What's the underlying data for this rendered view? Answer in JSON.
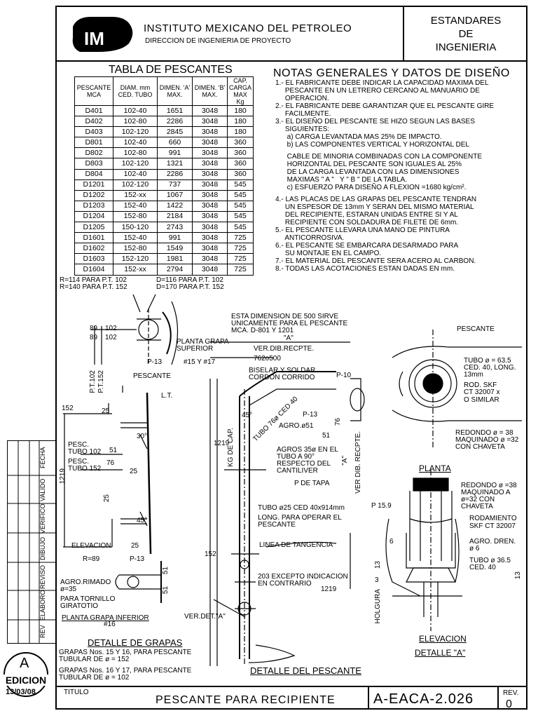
{
  "header": {
    "logo_text": "IM",
    "institute": "INSTITUTO MEXICANO DEL PETROLEO",
    "direction": "DIRECCION DE INGENIERIA DE PROYECTO",
    "standards": [
      "ESTANDARES",
      "DE",
      "INGENIERIA"
    ]
  },
  "table": {
    "title": "TABLA DE PESCANTES",
    "headers": [
      "PESCANTE MCA",
      "DIAM. mm CED. TUBO",
      "DIMEN. 'A' MAX.",
      "DIMEN. 'B' MAX.",
      "CAP. CARGA MAX Kg"
    ],
    "rows": [
      [
        "D401",
        "102-40",
        "1651",
        "3048",
        "180"
      ],
      [
        "D402",
        "102-80",
        "2286",
        "3048",
        "180"
      ],
      [
        "D403",
        "102-120",
        "2845",
        "3048",
        "180"
      ],
      [
        "D801",
        "102-40",
        "660",
        "3048",
        "360"
      ],
      [
        "D802",
        "102-80",
        "991",
        "3048",
        "360"
      ],
      [
        "D803",
        "102-120",
        "1321",
        "3048",
        "360"
      ],
      [
        "D804",
        "102-40",
        "2286",
        "3048",
        "360"
      ],
      [
        "D1201",
        "102-120",
        "737",
        "3048",
        "545"
      ],
      [
        "D1202",
        "152-xx",
        "1067",
        "3048",
        "545"
      ],
      [
        "D1203",
        "152-40",
        "1422",
        "3048",
        "545"
      ],
      [
        "D1204",
        "152-80",
        "2184",
        "3048",
        "545"
      ],
      [
        "D1205",
        "150-120",
        "2743",
        "3048",
        "545"
      ],
      [
        "D1601",
        "152-40",
        "991",
        "3048",
        "725"
      ],
      [
        "D1602",
        "152-80",
        "1549",
        "3048",
        "725"
      ],
      [
        "D1603",
        "152-120",
        "1981",
        "3048",
        "725"
      ],
      [
        "D1604",
        "152-xx",
        "2794",
        "3048",
        "725"
      ]
    ]
  },
  "notes": {
    "title": "NOTAS GENERALES Y DATOS DE DISEÑO",
    "lines": [
      "1.- EL FABRICANTE DEBE INDICAR LA CAPACIDAD MAXIMA DEL",
      "     PESCANTE EN UN LETRERO CERCANO AL MANUARIO DE",
      "     OPERACION.",
      "2.- EL FABRICANTE DEBE GARANTIZAR QUE EL PESCANTE GIRE",
      "     FACILMENTE.",
      "3.- EL DISEÑO DEL PESCANTE SE HIZO SEGUN LAS BASES",
      "     SIGUIENTES:",
      "      a) CARGA LEVANTADA MAS 25% DE IMPACTO.",
      "      b) LAS COMPONENTES VERTICAL Y HORIZONTAL DEL",
      "",
      "      CABLE DE MINORIA COMBINADAS CON LA COMPONENTE",
      "      HORIZONTAL DEL PESCANTE SON IGUALES AL 25%",
      "      DE LA CARGA LEVANTADA CON LAS DIMENSIONES",
      "      MAXIMAS \" A \"   Y \" B \" DE LA TABLA.",
      "      c) ESFUERZO PARA DISEÑO A FLEXION =1680 kg/cm².",
      "",
      "4.- LAS PLACAS DE LAS GRAPAS DEL PESCANTE TENDRAN",
      "     UN ESPESOR DE 13mm Y SERAN DEL MISMO MATERIAL",
      "     DEL RECIPIENTE, ESTARAN UNIDAS ENTRE SI Y AL",
      "     RECIPIENTE CON SOLDADURA DE FILETE DE 6mm.",
      "5.- EL PESCANTE LLEVARA UNA MANO DE PINTURA",
      "     ANTICORROSIVA.",
      "6.- EL PESCANTE SE EMBARCARA DESARMADO PARA",
      "     SU MONTAJE EN EL CAMPO.",
      "7.- EL MATERIAL DEL PESCANTE SERA ACERO AL CARBON.",
      "8.- TODAS LAS ACOTACIONES ESTAN DADAS EN mm."
    ]
  },
  "detail_grapas": {
    "radius_1": "R=114 PARA P.T. 102",
    "radius_2": "R=140 PARA P.T. 152",
    "diam_1": "D=116 PARA P.T. 102",
    "diam_2": "D=170 PARA P.T. 152",
    "dims_top": [
      "89",
      "102",
      "89",
      "102"
    ],
    "pt_labels": [
      "P.T.102",
      "P.T.152"
    ],
    "planta_sup": "PLANTA GRAPA SUPERIOR",
    "grapa_nums_sup": "#15 Y #17",
    "plate_13a": "P-13",
    "pescante": "PESCANTE",
    "lt": "L.T.",
    "d152": "152",
    "d25a": "25",
    "d30": "30°",
    "pesc_tubo_102": "PESC. TUBO 102",
    "d51": "51",
    "pesc_tubo_152": "PESC. TUBO 152",
    "d76": "76",
    "d1219": "1219",
    "d25b": "25",
    "d25c": "25",
    "d45": "45°",
    "elevacion": "ELEVACION",
    "d25d": "25",
    "r89": "R=89",
    "plate_13b": "P-13",
    "d51b": "51",
    "d51c": "51",
    "agro_rimado": "AGRO.RIMADO",
    "agro_diam": "ø=35",
    "para_tornillo": "PARA TORNILLO",
    "giratorio": "GIRATOTIO",
    "planta_inf": "PLANTA GRAPA INFERIOR",
    "grapa_num_inf": "#16",
    "title": "DETALLE DE GRAPAS",
    "note1a": "GRAPAS Nos. 15 Y 16, PARA PESCANTE",
    "note1b": "TUBULAR DE ø = 152",
    "note2a": "GRAPAS Nos. 16 Y 17, PARA PESCANTE",
    "note2b": "TUBULAR DE ø = 102"
  },
  "detail_pescante": {
    "note_500a": "ESTA DIMENSION DE 500 SIRVE",
    "note_500b": "UNICAMENTE PARA EL PESCANTE",
    "note_500c": "MCA. D-801 Y 1201",
    "dim_a": "\"A\"",
    "ver_dib": "VER.DIB.RECPTE.",
    "d762": "762o500",
    "biselar": "BISELAR Y SOLDAR",
    "cordon": "CORDON CORRIDO",
    "p10": "P-10",
    "d45": "45°",
    "tubo_76": "TUBO 76ø CED 40",
    "p13": "P-13",
    "agro51": "AGRO.ø51",
    "d76": "76",
    "d51": "51",
    "d1219": "1219",
    "kg": "KG DE CAP.",
    "agros_a": "AGROS 35ø EN EL",
    "agros_b": "TUBO A 90°",
    "agros_c": "RESPECTO DEL",
    "agros_d": "CANTILIVER",
    "ver_dib_v": "VER DIB. RECPTE.",
    "dim_a2": "\"A\"",
    "de_tapa": "P DE TAPA",
    "tubo25a": "TUBO ø25 CED 40x914mm",
    "tubo25b": "LONG. PARA OPERAR EL",
    "tubo25c": "PESCANTE",
    "linea": "LINEA DE TANGENCIA",
    "d152": "152",
    "excepto_a": "203 EXCEPTO INDICACION",
    "excepto_b": "EN CONTRARIO",
    "d1219b": "1219",
    "ver_det": "VER.DET.\"A\"",
    "title": "DETALLE DEL PESCANTE"
  },
  "detail_a": {
    "pescante": "PESCANTE",
    "tubo_a": "TUBO ø = 63.5",
    "tubo_b": "CED. 40, LONG.",
    "tubo_c": "13mm",
    "rod_a": "ROD. SKF",
    "rod_b": "CT 32007 x",
    "rod_c": "O SIMILAR",
    "redondo_a": "REDONDO ø = 38",
    "redondo_b": "MAQUINADO ø =32",
    "redondo_c": "CON CHAVETA",
    "planta": "PLANTA",
    "red2_a": "REDONDO ø =38",
    "red2_b": "MAQUINADO A",
    "red2_c": "ø=32 CON",
    "red2_d": "CHAVETA",
    "rodam_a": "RODAMIENTO",
    "rodam_b": "SKF CT 32007",
    "p159": "P 15.9",
    "agro_a": "AGRO. DREN.",
    "agro_b": "ø 6",
    "d6": "6",
    "tubo365a": "TUBO ø 36.5",
    "tubo365b": "CED. 40",
    "d13a": "13",
    "d13b": "13",
    "holgura": "HOLGURA",
    "d3": "3",
    "elevacion": "ELEVACION",
    "title": "DETALLE \"A\""
  },
  "revisions": {
    "labels": [
      "REV",
      "ELABORO",
      "REVISO",
      "DIBUJO",
      "VERIFICO",
      "VALIDO",
      "FECHA"
    ]
  },
  "edition": {
    "letter": "A",
    "label": "EDICION",
    "date": "13/03/08"
  },
  "title_block": {
    "label": "TITULO",
    "title": "PESCANTE PARA RECIPIENTE",
    "doc_number": "A-EACA-2.026",
    "rev_label": "REV.",
    "rev_value": "0"
  }
}
